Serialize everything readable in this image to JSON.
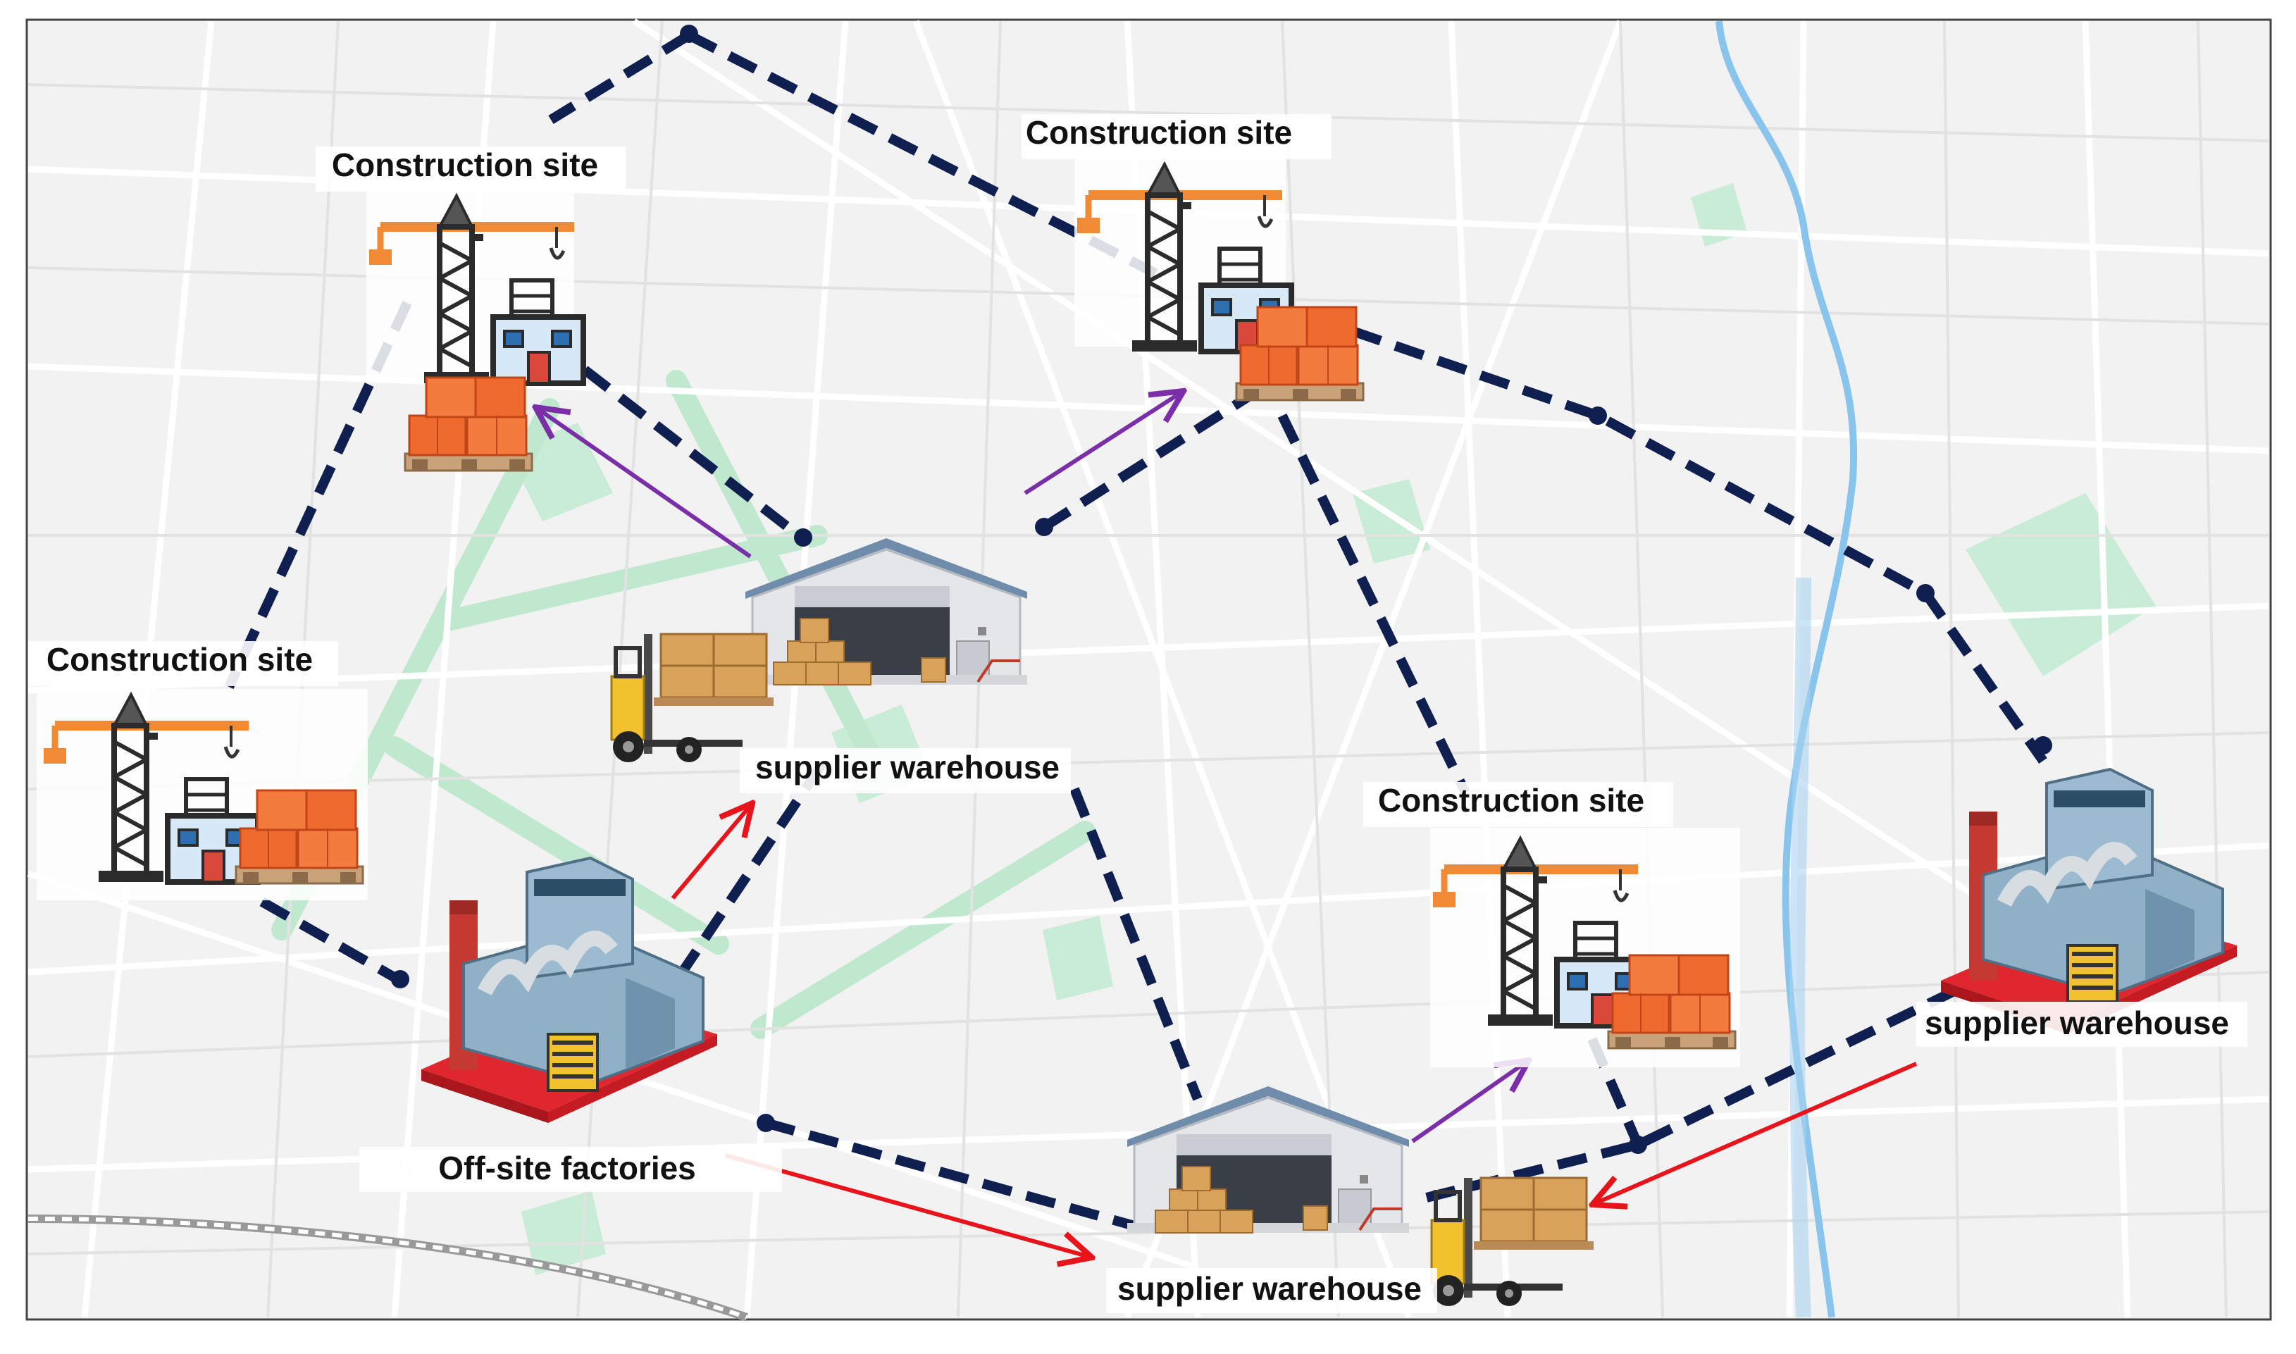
{
  "labels": {
    "site_top_left": "Construction site",
    "site_top_center": "Construction site",
    "site_left": "Construction site",
    "site_right": "Construction site",
    "warehouse_center": "supplier warehouse",
    "warehouse_right": "supplier warehouse",
    "warehouse_bottom": "supplier warehouse",
    "factory": "Off-site factories"
  },
  "colors": {
    "map_background": "#f2f2f2",
    "road": "#ffffff",
    "park": "#c8ecd6",
    "river": "#88c4ec",
    "route_dashed": "#0f1f4f",
    "arrow_supply": "#e8141b",
    "arrow_delivery": "#7a2fa8",
    "crane": "#f08a34",
    "crane_mast": "#2b2b2b",
    "pallet_box": "#f0642c",
    "warehouse_wall": "#e4e6ea",
    "warehouse_roof": "#6f8cab",
    "factory_body": "#8fb0c7",
    "factory_base": "#e0262e"
  },
  "icons": [
    "tower-crane-icon",
    "building-icon",
    "pallet-boxes-icon",
    "warehouse-icon",
    "forklift-icon",
    "factory-icon"
  ]
}
